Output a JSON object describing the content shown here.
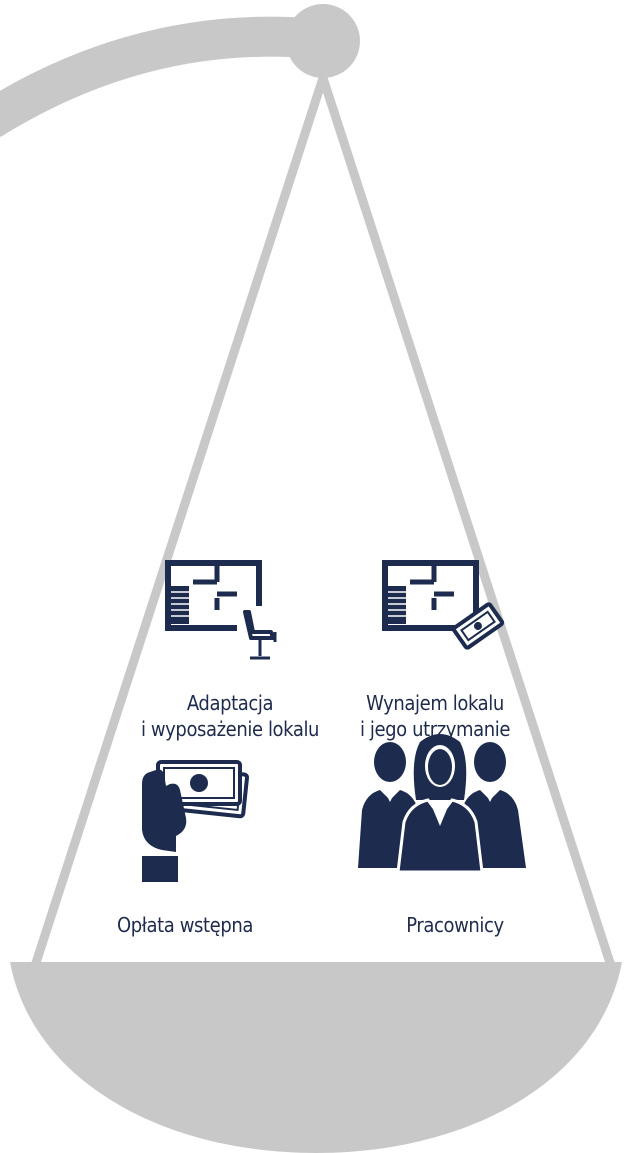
{
  "colors": {
    "scale": "#c8c8c8",
    "icon": "#1c2b4e",
    "text": "#1f2b4d",
    "background": "#ffffff"
  },
  "items": [
    {
      "id": "adaptacja",
      "icon": "floor-plan-chair-icon",
      "lines": [
        "Adaptacja",
        "i wyposażenie lokalu"
      ]
    },
    {
      "id": "wynajem",
      "icon": "floor-plan-money-icon",
      "lines": [
        "Wynajem lokalu",
        "i jego utrzymanie"
      ]
    },
    {
      "id": "oplata",
      "icon": "hand-money-icon",
      "lines": [
        "Opłata wstępna"
      ]
    },
    {
      "id": "pracownicy",
      "icon": "people-team-icon",
      "lines": [
        "Pracownicy"
      ]
    }
  ]
}
